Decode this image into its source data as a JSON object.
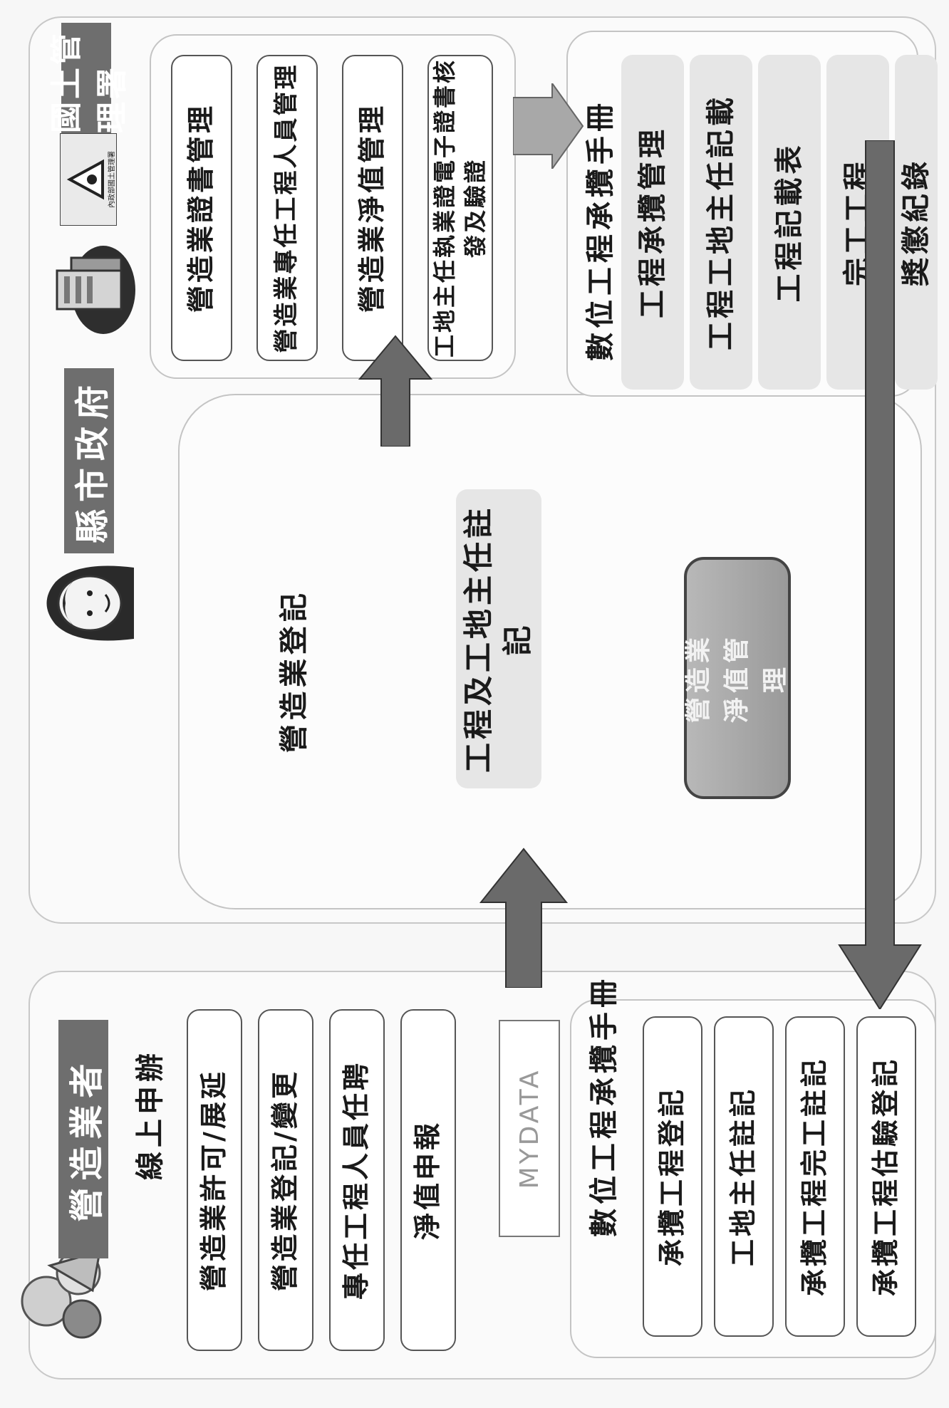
{
  "contractor": {
    "title": "營造業者",
    "online": {
      "heading": "線上申辦",
      "items": [
        "營造業許可/展延",
        "營造業登記/變更",
        "專任工程人員任聘",
        "淨值申報"
      ]
    },
    "mydata": "MYDATA",
    "handbook": {
      "heading": "數位工程承攬手冊",
      "items": [
        "承攬工程登記",
        "工地主任註記",
        "承攬工程完工註記",
        "承攬工程估驗登記"
      ]
    }
  },
  "county": {
    "title": "縣市政府",
    "registration": "營造業登記",
    "site_manager": "工程及工地主任註記",
    "net_value": "營造業淨值管理"
  },
  "nlma": {
    "title": "國土管理署",
    "logo_text": "內政部國土管理署",
    "items": [
      "營造業證書管理",
      "營造業專任工程人員管理",
      "營造業淨值管理",
      "工地主任執業證電子證書核發及驗證"
    ],
    "handbook": {
      "heading": "數位工程承攬手冊",
      "items": [
        "工程承攬管理",
        "工程工地主任記載",
        "工程記載表",
        "完工工程",
        "獎懲紀錄"
      ]
    }
  },
  "colors": {
    "label_bar": "#6e6e6e",
    "arrow": "#6a6a6a",
    "pill": "#a8a8a8"
  },
  "icons": [
    "molecule-logo-icon",
    "person-avatar-icon",
    "server-computer-icon",
    "nlma-logo-icon"
  ]
}
